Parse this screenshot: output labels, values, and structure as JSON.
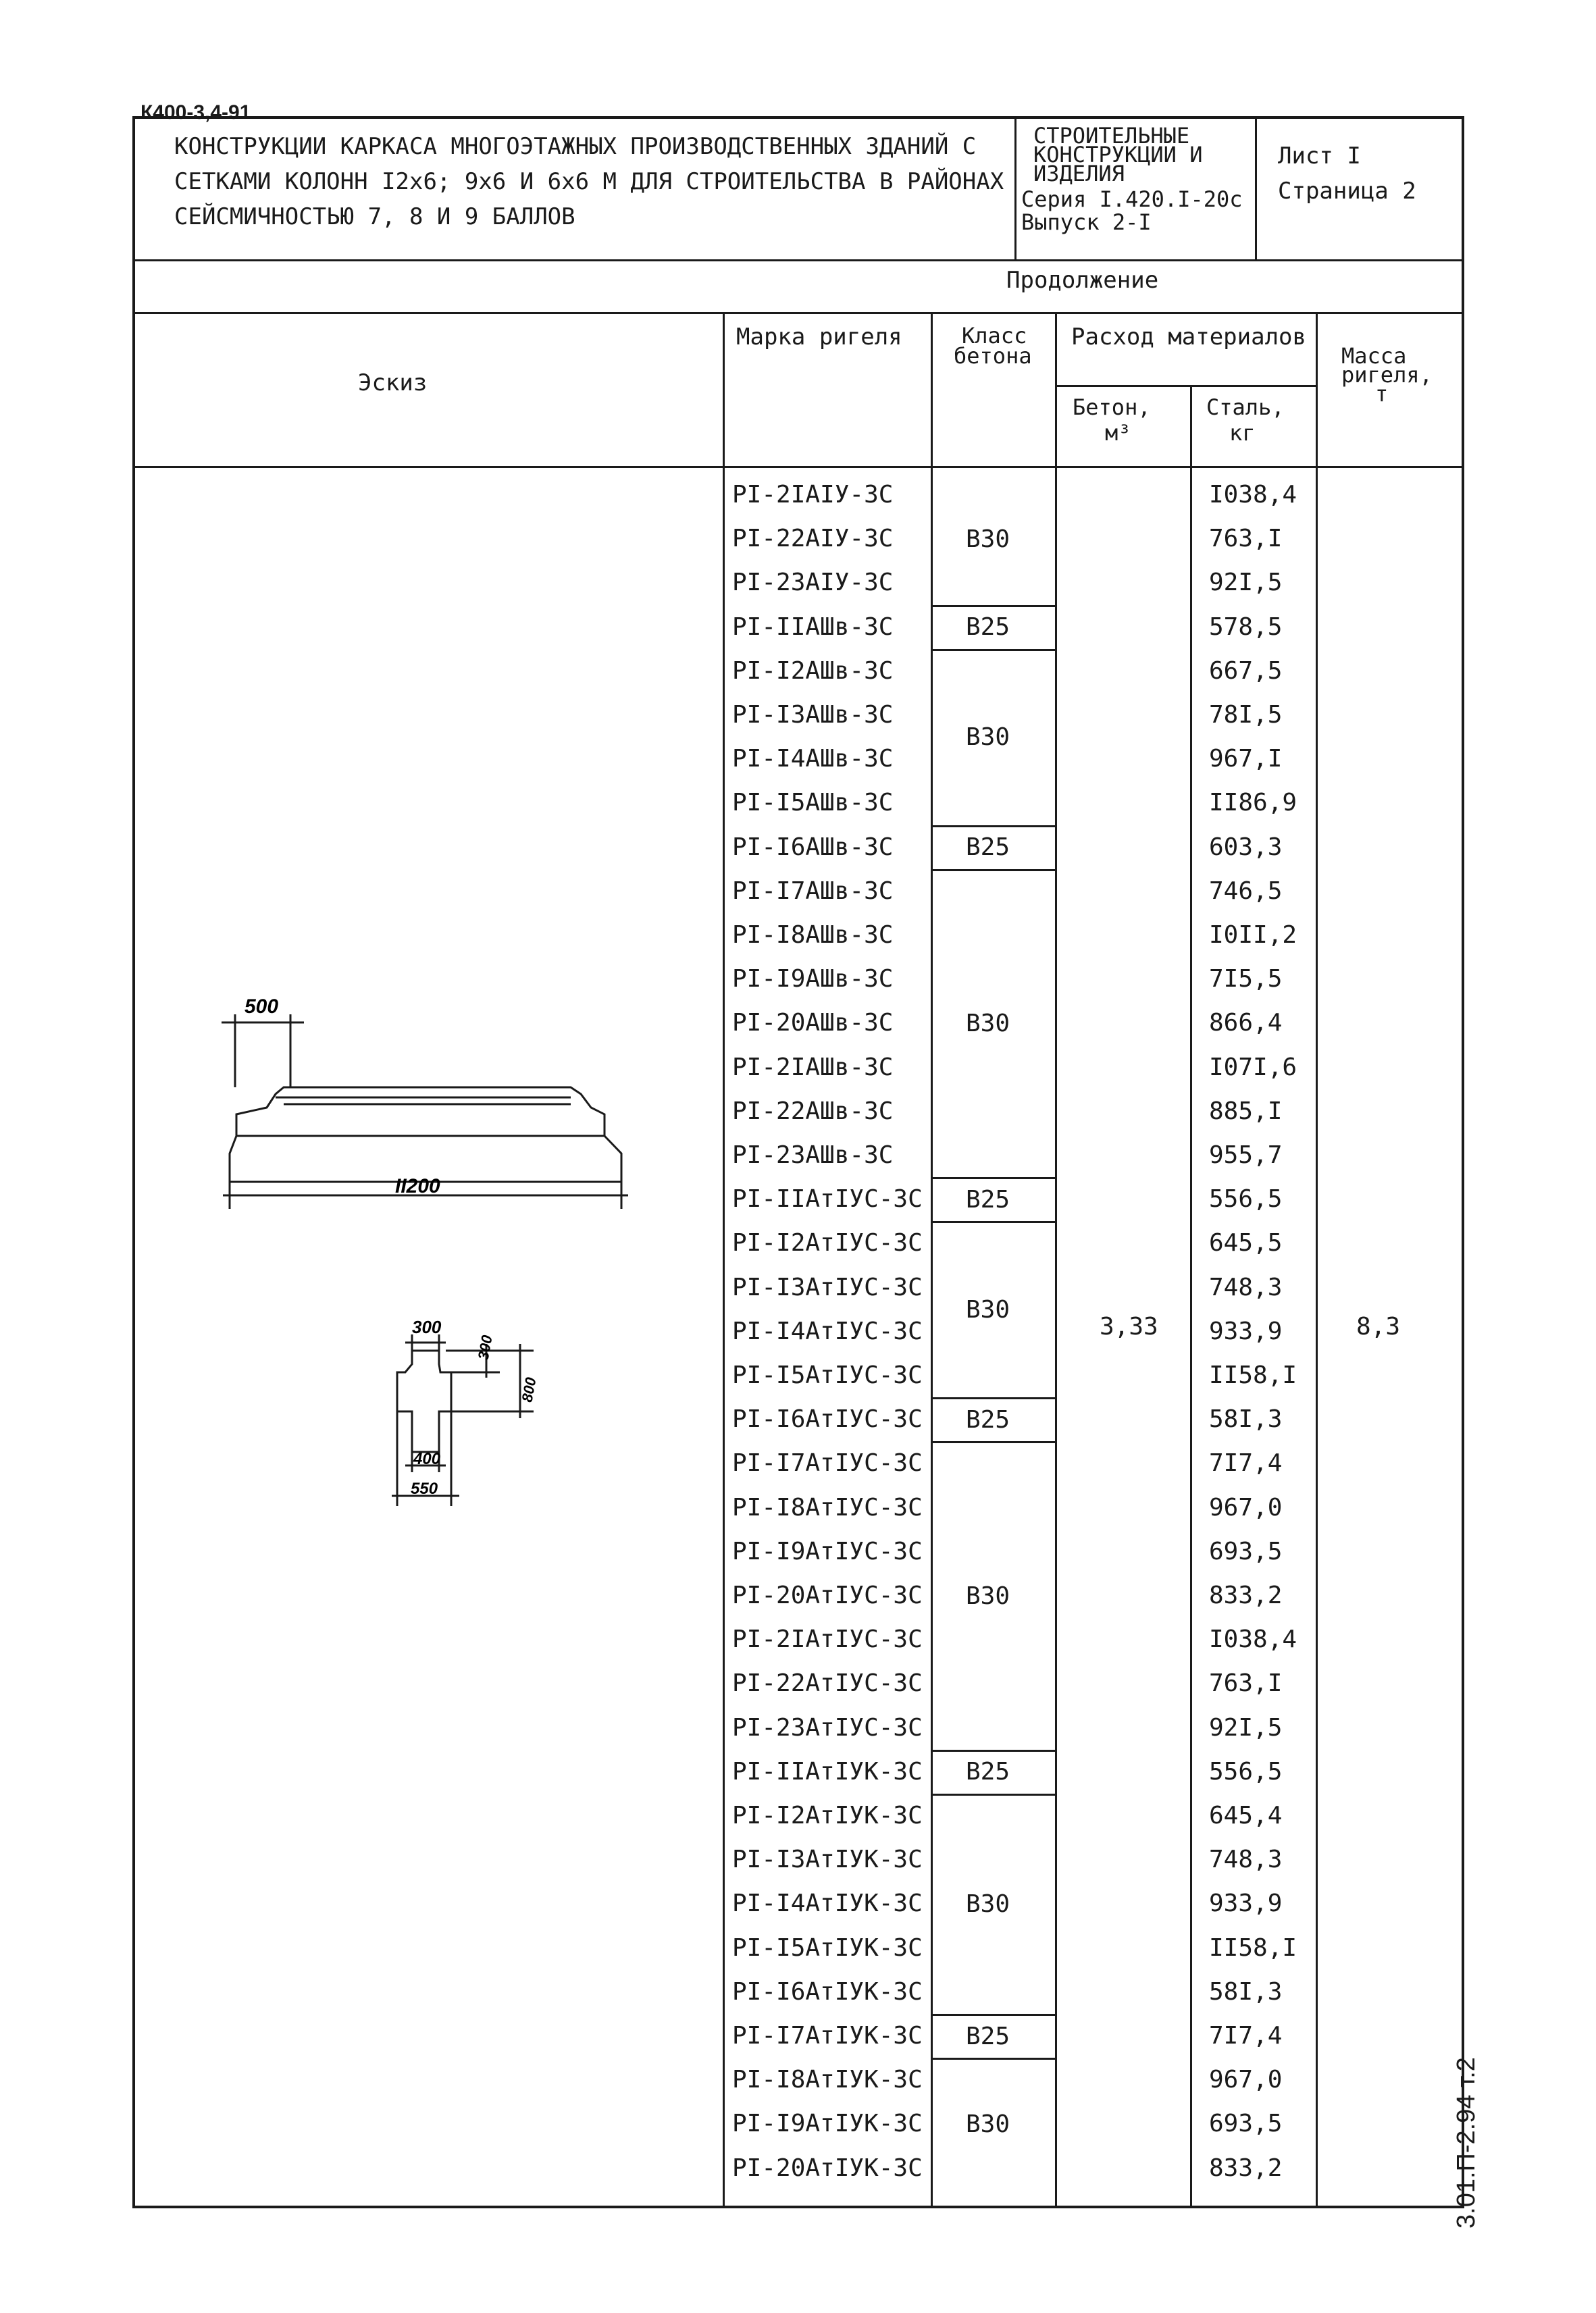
{
  "doc_code": "К400-3,4-91",
  "header": {
    "title_lines": [
      "КОНСТРУКЦИИ КАРКАСА МНОГОЭТАЖНЫХ ПРОИЗВОДСТВЕННЫХ ЗДАНИЙ С",
      "СЕТКАМИ КОЛОНН I2х6; 9х6 И 6х6 М ДЛЯ СТРОИТЕЛЬСТВА В РАЙОНАХ",
      "СЕЙСМИЧНОСТЬЮ 7, 8 И 9 БАЛЛОВ"
    ],
    "catalog_lines": [
      "СТРОИТЕЛЬНЫЕ",
      "КОНСТРУКЦИИ И",
      "ИЗДЕЛИЯ",
      "Серия I.420.I-20с",
      "Выпуск 2-I"
    ],
    "sheet_label": "Лист  I",
    "page_label": "Страница  2"
  },
  "continuation": "Продолжение",
  "columns": {
    "sketch": "Эскиз",
    "mark": "Марка ригеля",
    "class_line1": "Класс",
    "class_line2": "бетона",
    "consumption": "Расход материалов",
    "concrete_line1": "Бетон,",
    "concrete_line2": "м³",
    "steel_line1": "Сталь,",
    "steel_line2": "кг",
    "mass_line1": "Масса",
    "mass_line2": "ригеля,",
    "mass_line3": "т"
  },
  "rows": [
    {
      "mark": "PI-2IAIУ-3С",
      "steel": "I038,4"
    },
    {
      "mark": "PI-22AIУ-3С",
      "steel": "763,I"
    },
    {
      "mark": "PI-23AIУ-3С",
      "steel": "92I,5"
    },
    {
      "mark": "PI-IIAШв-3С",
      "steel": "578,5"
    },
    {
      "mark": "PI-I2AШв-3С",
      "steel": "667,5"
    },
    {
      "mark": "PI-I3AШв-3С",
      "steel": "78I,5"
    },
    {
      "mark": "PI-I4AШв-3С",
      "steel": "967,I"
    },
    {
      "mark": "PI-I5AШв-3С",
      "steel": "II86,9"
    },
    {
      "mark": "PI-I6AШв-3С",
      "steel": "603,3"
    },
    {
      "mark": "PI-I7AШв-3С",
      "steel": "746,5"
    },
    {
      "mark": "PI-I8AШв-3С",
      "steel": "I0II,2"
    },
    {
      "mark": "PI-I9AШв-3С",
      "steel": "7I5,5"
    },
    {
      "mark": "PI-20AШв-3С",
      "steel": "866,4"
    },
    {
      "mark": "PI-2IAШв-3С",
      "steel": "I07I,6"
    },
    {
      "mark": "PI-22AШв-3С",
      "steel": "885,I"
    },
    {
      "mark": "PI-23AШв-3С",
      "steel": "955,7"
    },
    {
      "mark": "PI-IIAтIУС-3С",
      "steel": "556,5"
    },
    {
      "mark": "PI-I2AтIУС-3С",
      "steel": "645,5"
    },
    {
      "mark": "PI-I3AтIУС-3С",
      "steel": "748,3"
    },
    {
      "mark": "PI-I4AтIУС-3С",
      "steel": "933,9"
    },
    {
      "mark": "PI-I5AтIУС-3С",
      "steel": "II58,I"
    },
    {
      "mark": "PI-I6AтIУС-3С",
      "steel": "58I,3"
    },
    {
      "mark": "PI-I7AтIУС-3С",
      "steel": "7I7,4"
    },
    {
      "mark": "PI-I8AтIУС-3С",
      "steel": "967,0"
    },
    {
      "mark": "PI-I9AтIУС-3С",
      "steel": "693,5"
    },
    {
      "mark": "PI-20AтIУС-3С",
      "steel": "833,2"
    },
    {
      "mark": "PI-2IAтIУС-3С",
      "steel": "I038,4"
    },
    {
      "mark": "PI-22AтIУС-3С",
      "steel": "763,I"
    },
    {
      "mark": "PI-23AтIУС-3С",
      "steel": "92I,5"
    },
    {
      "mark": "PI-IIAтIУК-3С",
      "steel": "556,5"
    },
    {
      "mark": "PI-I2AтIУК-3С",
      "steel": "645,4"
    },
    {
      "mark": "PI-I3AтIУК-3С",
      "steel": "748,3"
    },
    {
      "mark": "PI-I4AтIУК-3С",
      "steel": "933,9"
    },
    {
      "mark": "PI-I5AтIУК-3С",
      "steel": "II58,I"
    },
    {
      "mark": "PI-I6AтIУК-3С",
      "steel": "58I,3"
    },
    {
      "mark": "PI-I7AтIУК-3С",
      "steel": "7I7,4"
    },
    {
      "mark": "PI-I8AтIУК-3С",
      "steel": "967,0"
    },
    {
      "mark": "PI-I9AтIУК-3С",
      "steel": "693,5"
    },
    {
      "mark": "PI-20AтIУК-3С",
      "steel": "833,2"
    }
  ],
  "class_groups": [
    {
      "label": "B30",
      "from": 0,
      "to": 2
    },
    {
      "label": "B25",
      "from": 3,
      "to": 3
    },
    {
      "label": "B30",
      "from": 4,
      "to": 7
    },
    {
      "label": "B25",
      "from": 8,
      "to": 8
    },
    {
      "label": "B30",
      "from": 9,
      "to": 15
    },
    {
      "label": "B25",
      "from": 16,
      "to": 16
    },
    {
      "label": "B30",
      "from": 17,
      "to": 20
    },
    {
      "label": "B25",
      "from": 21,
      "to": 21
    },
    {
      "label": "B30",
      "from": 22,
      "to": 28
    },
    {
      "label": "B25",
      "from": 29,
      "to": 29
    },
    {
      "label": "B30",
      "from": 30,
      "to": 34
    },
    {
      "label": "B25",
      "from": 35,
      "to": 35
    },
    {
      "label": "B30",
      "from": 36,
      "to": 38
    }
  ],
  "concrete_value": "3,33",
  "mass_value": "8,3",
  "sketch": {
    "beam_width_dim": "500",
    "beam_length_dim": "II200",
    "section_top_dim": "300",
    "section_flange_dim": "300",
    "section_height_dim": "800",
    "section_web_dim": "400",
    "section_bottom_dim": "550"
  },
  "stamp": "3.01.П-2.94 т.2"
}
